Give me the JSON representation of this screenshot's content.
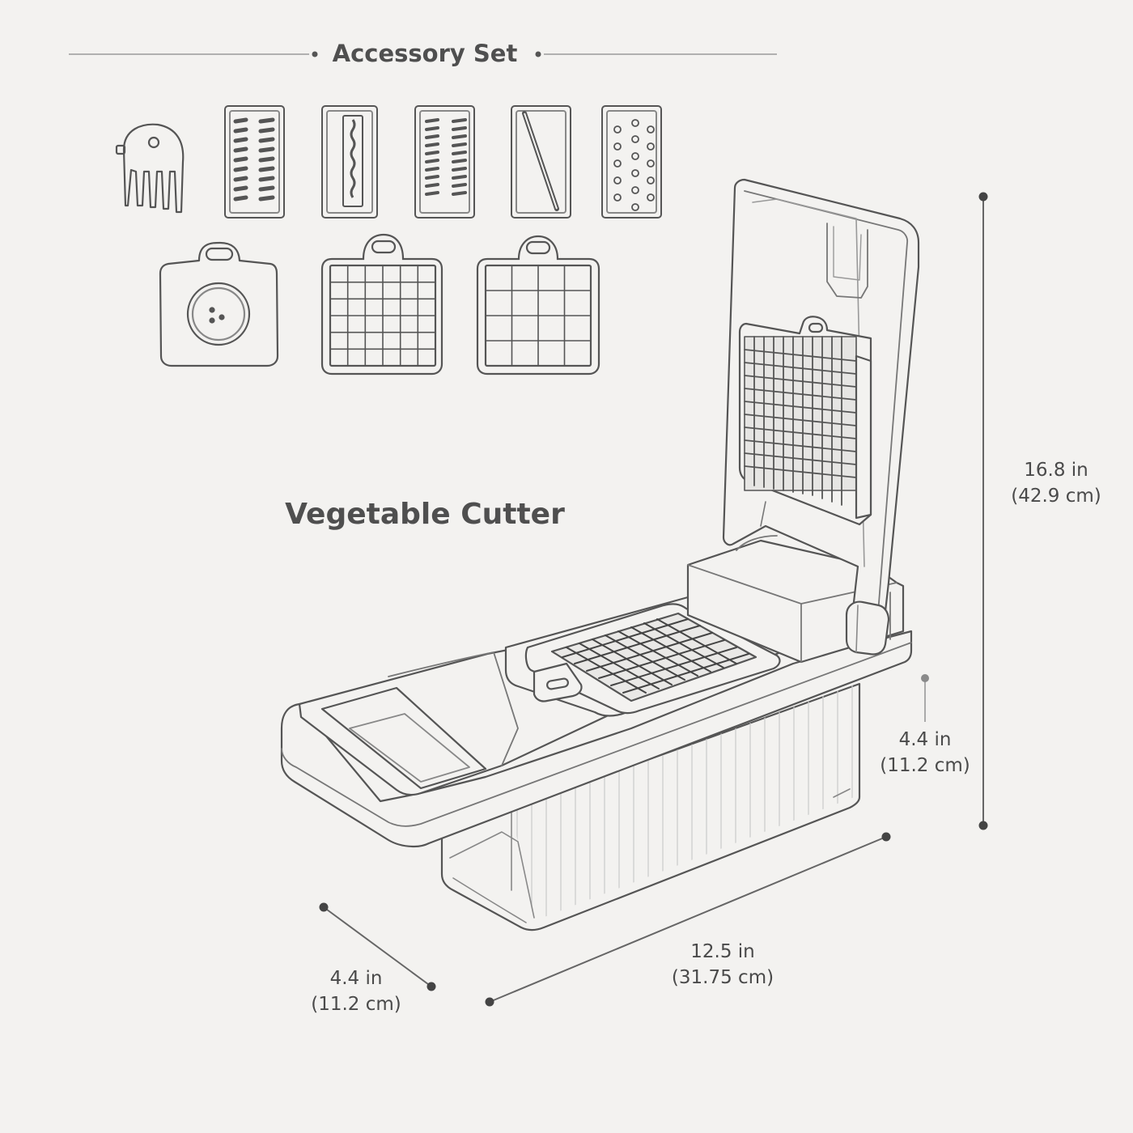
{
  "header": {
    "title": "Accessory Set"
  },
  "product": {
    "title": "Vegetable Cutter"
  },
  "dimensions": {
    "total_height": {
      "imperial": "16.8 in",
      "metric": "(42.9 cm)"
    },
    "container_height": {
      "imperial": "4.4 in",
      "metric": "(11.2 cm)"
    },
    "length": {
      "imperial": "12.5 in",
      "metric": "(31.75 cm)"
    },
    "width": {
      "imperial": "4.4 in",
      "metric": "(11.2 cm)"
    }
  },
  "accessories": [
    {
      "icon": "cleaning-comb-icon"
    },
    {
      "icon": "coarse-julienne-blade-icon"
    },
    {
      "icon": "wavy-slicer-blade-icon"
    },
    {
      "icon": "fine-julienne-blade-icon"
    },
    {
      "icon": "straight-slicer-blade-icon"
    },
    {
      "icon": "grater-blade-icon"
    },
    {
      "icon": "spiral-insert-icon"
    },
    {
      "icon": "small-dicing-grid-icon"
    },
    {
      "icon": "large-dicing-grid-icon"
    }
  ],
  "colors": {
    "background": "#f3f2f0",
    "line": "#555555",
    "text": "#4a4a4a",
    "dot": "#444444"
  }
}
